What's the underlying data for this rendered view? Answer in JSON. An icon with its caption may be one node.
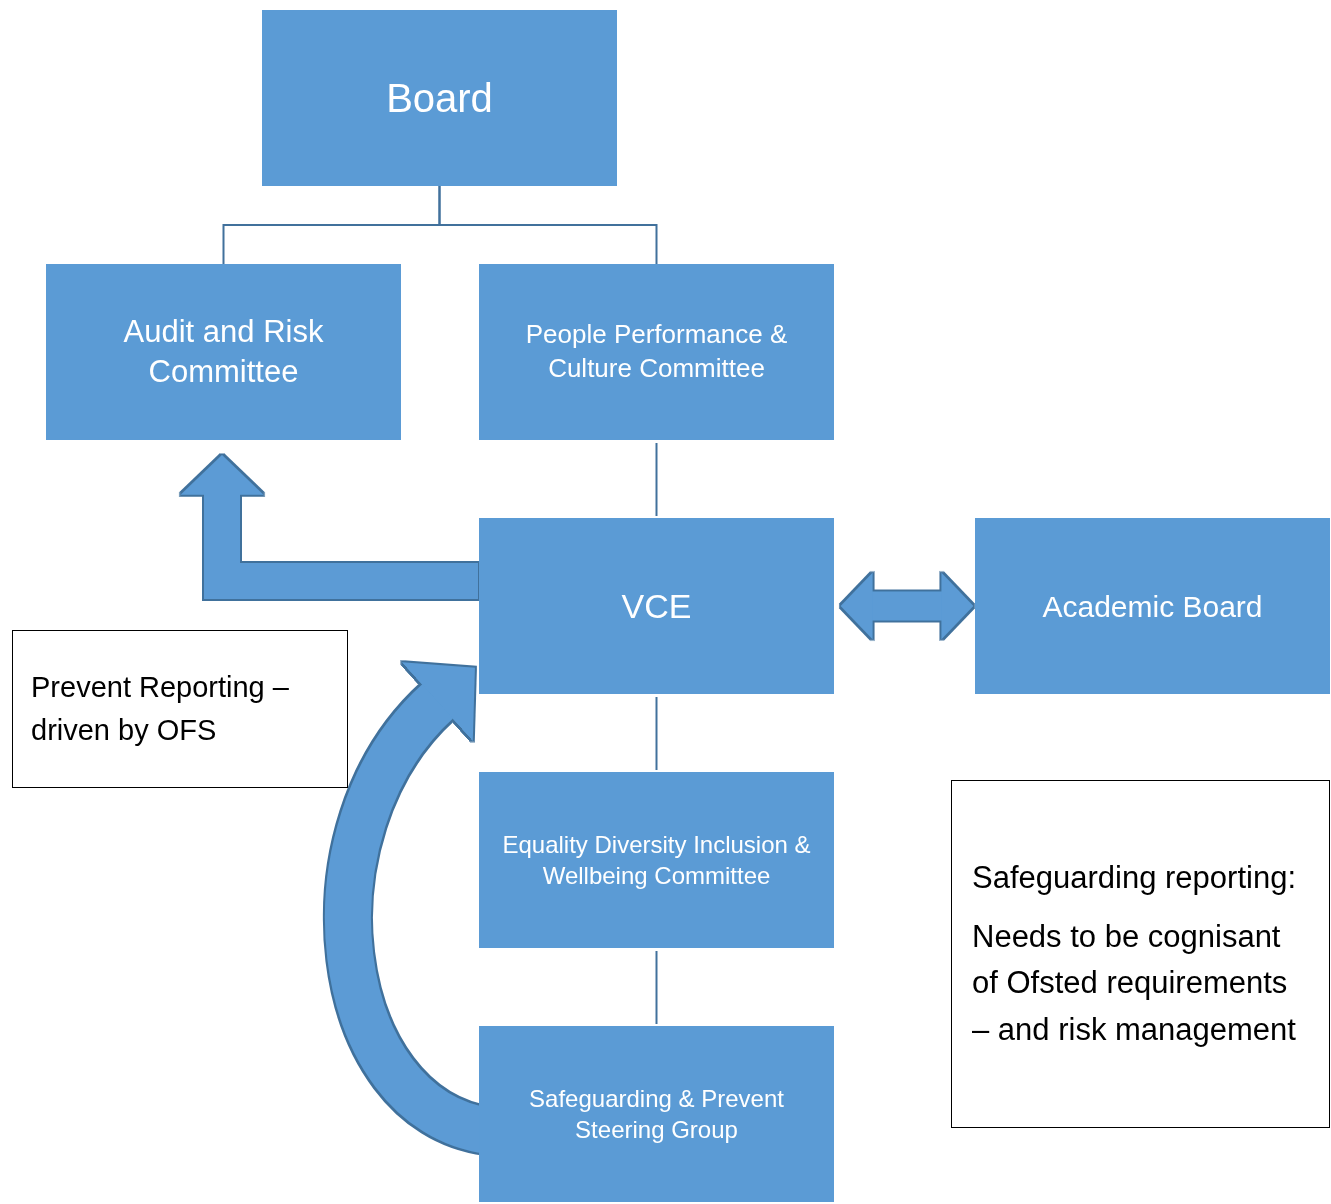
{
  "diagram": {
    "nodes": [
      {
        "text": [
          "Board"
        ]
      },
      {
        "text": [
          "Audit and Risk Committee"
        ]
      },
      {
        "text": [
          "People Performance & Culture Committee"
        ]
      },
      {
        "text": [
          "VCE"
        ]
      },
      {
        "text": [
          "Academic Board"
        ]
      },
      {
        "text": [
          "Equality Diversity Inclusion & Wellbeing Committee"
        ]
      },
      {
        "text": [
          "Safeguarding & Prevent Steering Group"
        ]
      },
      {
        "text": [
          "Prevent Reporting – driven by OFS"
        ]
      },
      {
        "text": [
          "Safeguarding reporting:",
          "Needs to be cognisant of Ofsted requirements – and risk management"
        ]
      }
    ],
    "edges": [
      {
        "from": 0,
        "to": 1,
        "arrow": "none"
      },
      {
        "from": 0,
        "to": 2,
        "arrow": "none"
      },
      {
        "from": 2,
        "to": 3,
        "arrow": "none"
      },
      {
        "from": 3,
        "to": 1,
        "arrow": "to",
        "style": "thick"
      },
      {
        "from": 3,
        "to": 4,
        "arrow": "both",
        "style": "thick"
      },
      {
        "from": 3,
        "to": 5,
        "arrow": "none"
      },
      {
        "from": 5,
        "to": 6,
        "arrow": "none"
      },
      {
        "from": 6,
        "to": 3,
        "arrow": "to",
        "style": "thick"
      }
    ]
  }
}
